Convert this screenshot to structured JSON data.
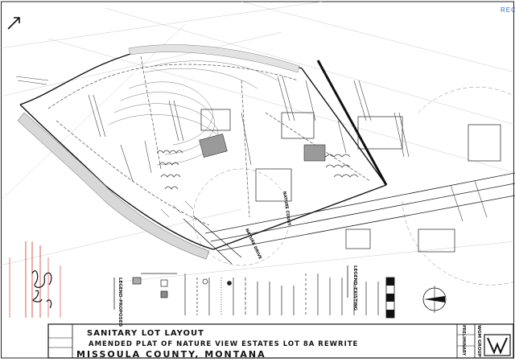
{
  "title_block": {
    "line1": "SANITARY LOT LAYOUT",
    "line2": "AMENDED PLAT OF NATURE VIEW ESTATES LOT 8A REWRITE",
    "line3": "MISSOULA COUNTY, MONTANA"
  },
  "firm": {
    "name": "WGM GROUP",
    "status": "PRELIMINARY"
  },
  "legend": {
    "existing_heading": "LEGEND-EXISTING",
    "proposed_heading": "LEGEND-PROPOSED"
  },
  "road_labels": {
    "nature_drive": "NATURE DRIVE",
    "nature_court": "NATURE COURT"
  },
  "annotations": {
    "corner_code": "REC"
  },
  "colors": {
    "ink": "#111111",
    "stamp_red": "#cc3333",
    "accent_blue": "#3a6fb8",
    "paper": "#ffffff"
  }
}
